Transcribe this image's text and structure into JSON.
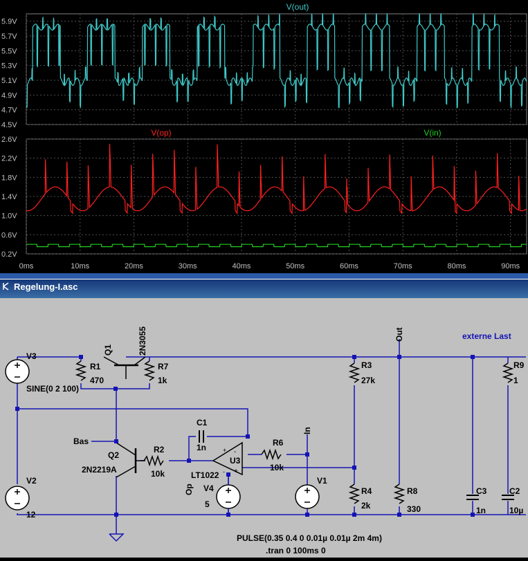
{
  "window": {
    "title": "Regelung-I.asc"
  },
  "chart_data": [
    {
      "type": "line",
      "series": [
        {
          "name": "V(out)",
          "color": "#40c8c8"
        }
      ],
      "ytick_labels": [
        "5.9V",
        "5.7V",
        "5.5V",
        "5.3V",
        "5.1V",
        "4.9V",
        "4.7V",
        "4.5V"
      ],
      "ylim": [
        4.5,
        6.0
      ],
      "grid": true
    },
    {
      "type": "line",
      "series": [
        {
          "name": "V(op)",
          "color": "#ff2020"
        },
        {
          "name": "V(in)",
          "color": "#20d020"
        }
      ],
      "ytick_labels": [
        "2.6V",
        "2.2V",
        "1.8V",
        "1.4V",
        "1.0V",
        "0.6V",
        "0.2V"
      ],
      "ylim": [
        0.2,
        2.6
      ],
      "xtick_labels": [
        "0ms",
        "10ms",
        "20ms",
        "30ms",
        "40ms",
        "50ms",
        "60ms",
        "70ms",
        "80ms",
        "90ms"
      ],
      "xlim": [
        0,
        93
      ],
      "grid": true
    }
  ],
  "schematic": {
    "heading": "externe Last",
    "labels": {
      "v3": "V3",
      "v3_value": "SINE(0 2 100)",
      "r1": "R1",
      "r1_value": "470",
      "q1": "Q1",
      "q1_value": "2N3055",
      "r7": "R7",
      "r7_value": "1k",
      "r3": "R3",
      "r3_value": "27k",
      "out": "Out",
      "r9": "R9",
      "r9_value": "1",
      "c1": "C1",
      "c1_value": "1n",
      "bas": "Bas",
      "q2": "Q2",
      "q2_value": "2N2219A",
      "r2": "R2",
      "r2_value": "10k",
      "u3": "U3",
      "u3_value": "LT1022",
      "r6": "R6",
      "r6_value": "10k",
      "in": "In",
      "v1": "V1",
      "op": "Op",
      "v4": "V4",
      "v4_value": "5",
      "v2": "V2",
      "v2_value": "12",
      "r4": "R4",
      "r4_value": "2k",
      "r8": "R8",
      "r8_value": "330",
      "c3": "C3",
      "c3_value": "1n",
      "c2": "C2",
      "c2_value": "10µ"
    },
    "directives": {
      "pulse": "PULSE(0.35 0.4 0 0.01µ 0.01µ 2m 4m)",
      "tran": ".tran 0 100ms 0"
    }
  }
}
